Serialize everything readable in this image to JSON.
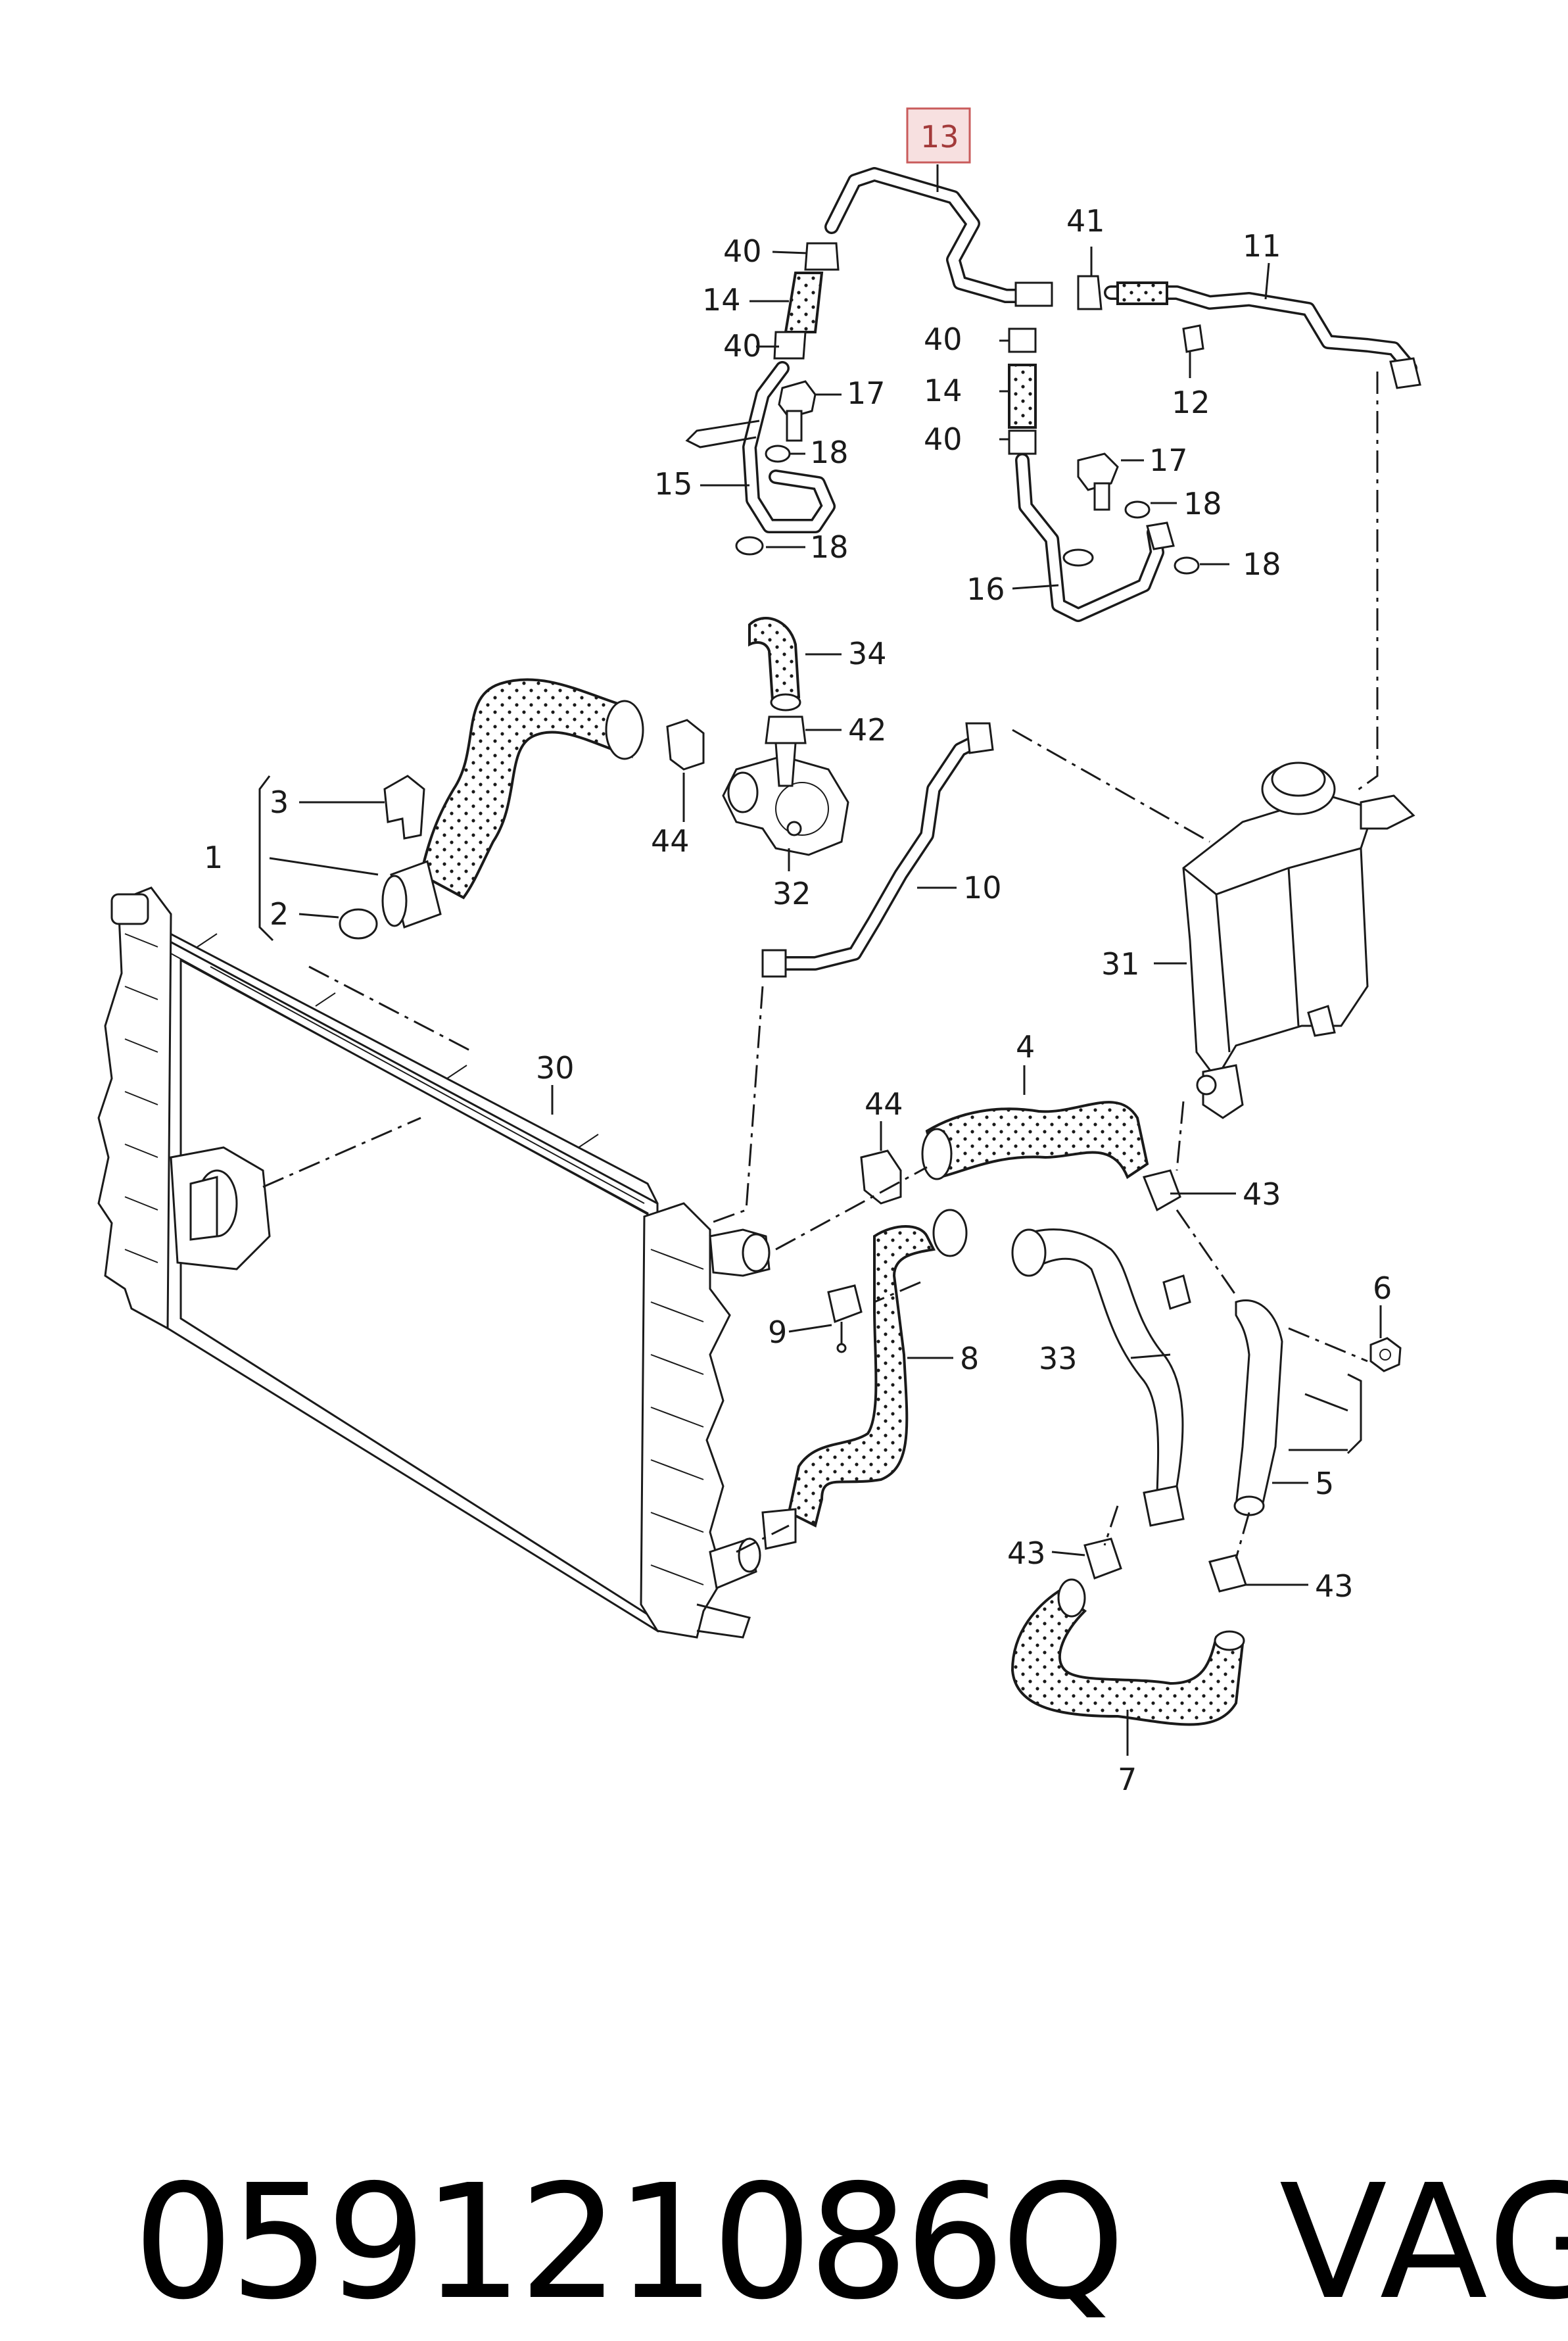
{
  "diagram": {
    "callouts": {
      "c1": "1",
      "c2": "2",
      "c3": "3",
      "c4": "4",
      "c5": "5",
      "c6": "6",
      "c7": "7",
      "c8": "8",
      "c9": "9",
      "c10": "10",
      "c11": "11",
      "c12": "12",
      "c13": "13",
      "c14a": "14",
      "c14b": "14",
      "c15": "15",
      "c16": "16",
      "c17a": "17",
      "c17b": "17",
      "c18a": "18",
      "c18b": "18",
      "c18c": "18",
      "c18d": "18",
      "c30": "30",
      "c31": "31",
      "c32": "32",
      "c33": "33",
      "c34": "34",
      "c40a": "40",
      "c40b": "40",
      "c40c": "40",
      "c40d": "40",
      "c41": "41",
      "c42": "42",
      "c43a": "43",
      "c43b": "43",
      "c43c": "43",
      "c44a": "44",
      "c44b": "44"
    },
    "highlight_color": "#f7e0e0",
    "highlight_border": "#c95b5b"
  },
  "caption": {
    "part_number": "059121086Q",
    "brand": "VAG"
  }
}
